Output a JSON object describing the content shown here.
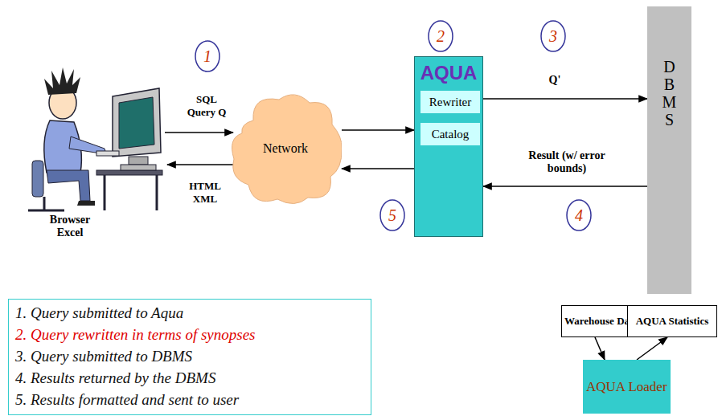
{
  "diagram": {
    "nodes": [
      {
        "text": [
          "Network"
        ]
      },
      {
        "text": [
          "AQUA"
        ]
      },
      {
        "text": [
          "Rewriter"
        ],
        "in": 1
      },
      {
        "text": [
          "Catalog"
        ],
        "in": 1
      },
      {
        "text": [
          "DBMS"
        ]
      },
      {
        "text": [
          "Warehouse Data"
        ]
      },
      {
        "text": [
          "AQUA Statistics"
        ]
      },
      {
        "text": [
          "AQUA Loader"
        ]
      },
      {
        "text": [
          "1. Query submitted to Aqua",
          "2. Query rewritten in terms of synopses",
          "3. Query submitted to DBMS",
          "4. Results returned by the DBMS",
          "5. Results formatted and sent to user"
        ]
      }
    ],
    "edges": [
      {
        "from": 0,
        "to": 1,
        "arrow": "to"
      },
      {
        "from": 1,
        "to": 0,
        "arrow": "to"
      },
      {
        "from": 1,
        "to": 4,
        "label": "Q'",
        "arrow": "to"
      },
      {
        "from": 4,
        "to": 1,
        "label": "Result (w/ error bounds)",
        "arrow": "to"
      },
      {
        "from": 5,
        "to": 7,
        "arrow": "to"
      },
      {
        "from": 7,
        "to": 6,
        "arrow": "to"
      }
    ],
    "labels": [
      "SQL Query Q",
      "HTML XML",
      "Browser Excel",
      "1",
      "2",
      "3",
      "4",
      "5"
    ]
  }
}
